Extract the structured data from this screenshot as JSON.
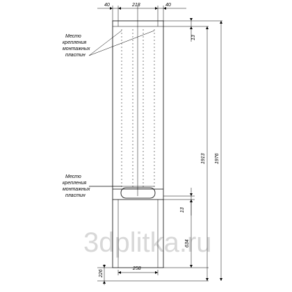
{
  "dimensions": {
    "top_left_offset": "40",
    "top_inner_width": "218",
    "top_right_offset": "40",
    "top_gap": "13",
    "inner_height": "1913",
    "total_height": "1976",
    "handle_gap": "13",
    "lower_section_height": "634",
    "base_height": "226",
    "bottom_width": "258"
  },
  "notes": {
    "upper": [
      "Место",
      "крепления",
      "монтажных",
      "пластин"
    ],
    "lower": [
      "Место",
      "крепления",
      "монтажных",
      "пластин"
    ]
  },
  "watermark": "3dplitka.ru"
}
